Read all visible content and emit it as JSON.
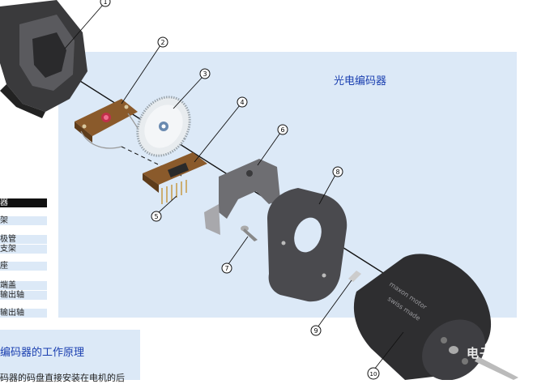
{
  "diagram": {
    "title": "光电编码器",
    "legend_header": "器",
    "legend_rows": [
      "架",
      "极管",
      "支架",
      "座",
      "端盖",
      "输出轴",
      "输出轴"
    ],
    "section_title": "编码器的工作原理",
    "section_text": "码器的码盘直接安装在电机的后",
    "callouts": [
      "1",
      "2",
      "3",
      "4",
      "5",
      "6",
      "7",
      "8",
      "9",
      "10"
    ],
    "motor_label_lines": [
      "maxon motor",
      "swiss made"
    ],
    "watermark": "电子发烧友"
  },
  "colors": {
    "panel": "#dce9f7",
    "title": "#1a3fb0",
    "legend_header": "#111111",
    "part_dark": "#3a3a3c",
    "pcb": "#8a5a2b"
  }
}
